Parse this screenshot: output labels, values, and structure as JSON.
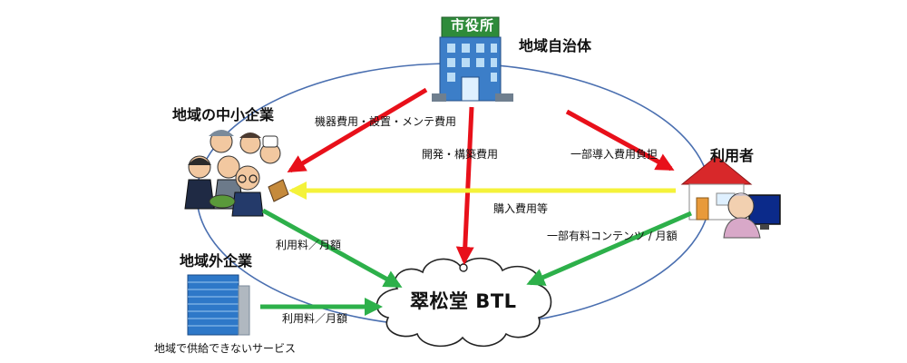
{
  "nodes": {
    "municipality": {
      "label": "地域自治体",
      "sign": "市役所"
    },
    "local_sme": {
      "label": "地域の中小企業"
    },
    "users": {
      "label": "利用者"
    },
    "external_companies": {
      "label": "地域外企業",
      "note": "地域で供給できないサービス"
    },
    "platform": {
      "label": "翠松堂 BTL"
    }
  },
  "flows": {
    "muni_to_sme": "機器費用・設置・メンテ費用",
    "muni_to_platform": "開発・構築費用",
    "muni_to_users": "一部導入費用負担",
    "users_to_sme": "購入費用等",
    "sme_to_platform": "利用料／月額",
    "users_to_platform": "一部有料コンテンツ / 月額",
    "external_to_platform": "利用料／月額"
  },
  "colors": {
    "red_arrow": "#e8101a",
    "yellow_arrow": "#f4f23a",
    "green_arrow": "#2db04a",
    "ellipse": "#4a6fb0",
    "building_green": "#2e8b3a",
    "building_blue": "#3c7ec8"
  }
}
